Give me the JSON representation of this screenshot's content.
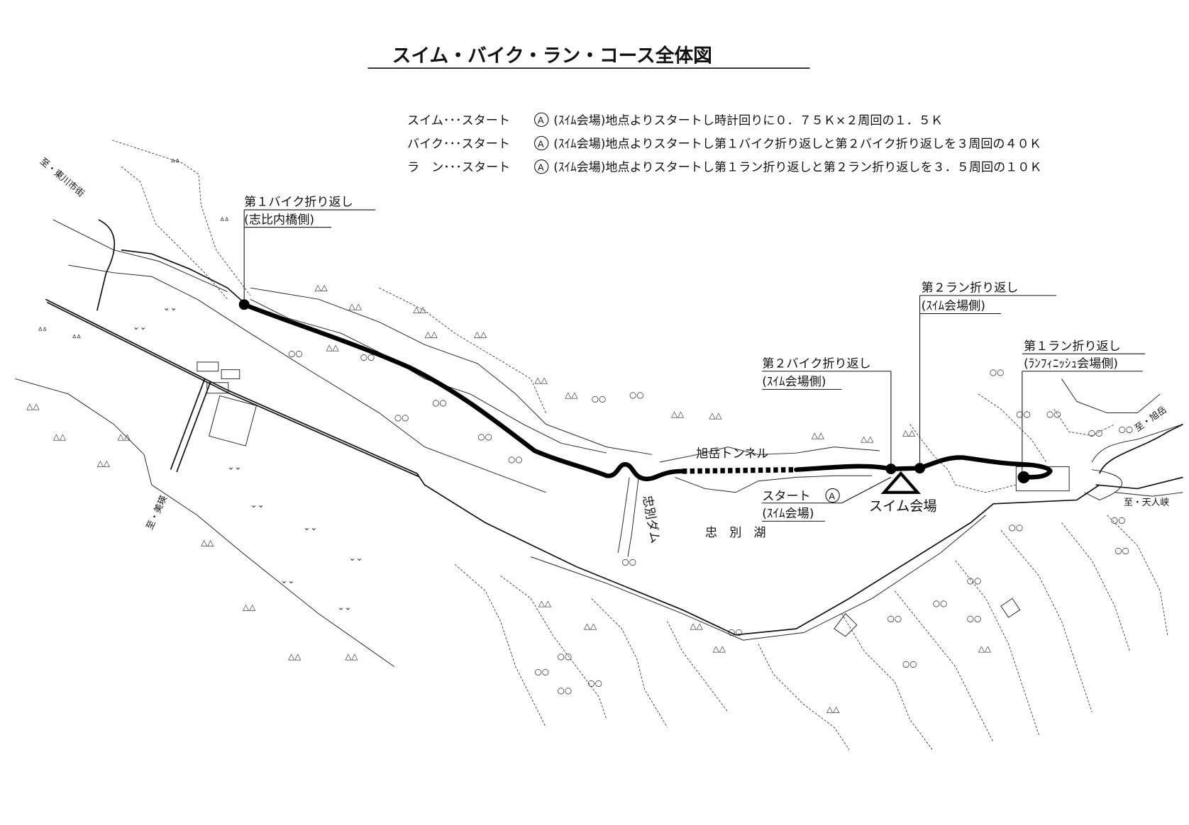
{
  "title": "スイム・バイク・ラン・コース全体図",
  "legend": {
    "swim": {
      "label": "スイム･･･スタート",
      "badge": "A",
      "text": "(ｽｲﾑ会場)地点よりスタートし時計回りに０．７５Ｋ×２周回の１．５Ｋ"
    },
    "bike": {
      "label": "バイク･･･スタート",
      "badge": "A",
      "text": "(ｽｲﾑ会場)地点よりスタートし第１バイク折り返しと第２バイク折り返しを３周回の４０Ｋ"
    },
    "run": {
      "label": "ラ　ン･･･スタート",
      "badge": "A",
      "text": "(ｽｲﾑ会場)地点よりスタートし第１ラン折り返しと第２ラン折り返しを３．５周回の１０Ｋ"
    }
  },
  "markers": {
    "bike1": {
      "title": "第１バイク折り返し",
      "sub": "(志比内橋側)"
    },
    "bike2": {
      "title": "第２バイク折り返し",
      "sub": "(ｽｲﾑ会場側)"
    },
    "run2": {
      "title": "第２ラン折り返し",
      "sub": "(ｽｲﾑ会場側)"
    },
    "run1": {
      "title": "第１ラン折り返し",
      "sub": "(ﾗﾝﾌｨﾆｯｼｭ会場側)"
    },
    "start": {
      "title": "スタート",
      "badge": "A",
      "sub": "(ｽｲﾑ会場)"
    },
    "swim_venue": "スイム会場"
  },
  "places": {
    "higashikawa": "至・東川市街",
    "biei": "至・美瑛",
    "asahidake": "至・旭岳",
    "tenninkyo": "至・天人峡",
    "tunnel": "旭岳トンネル",
    "dam": "忠別ダム",
    "lake": "忠　別　湖"
  }
}
